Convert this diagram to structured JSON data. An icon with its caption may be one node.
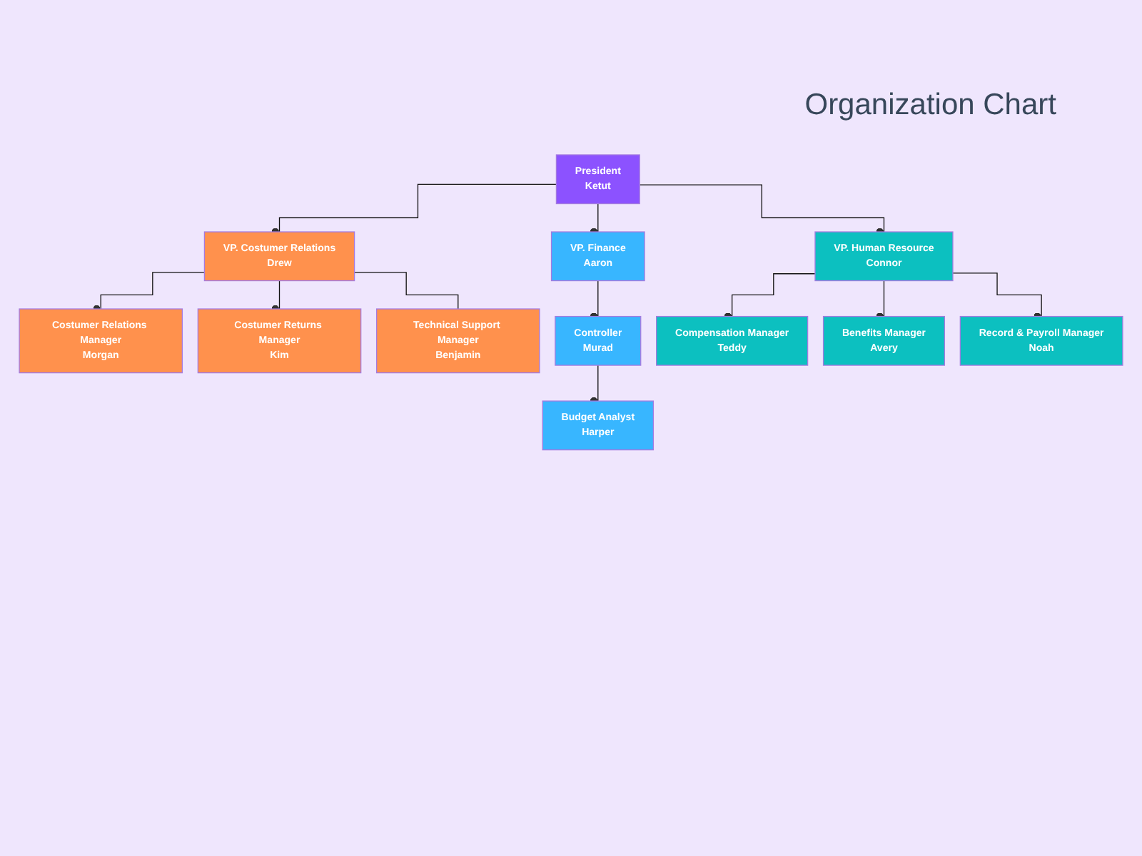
{
  "diagram": {
    "title": "Organization Chart",
    "nodes": [
      {
        "text": [
          "President",
          "Ketut"
        ]
      },
      {
        "text": [
          "VP. Costumer Relations",
          "Drew"
        ]
      },
      {
        "text": [
          "VP. Finance",
          "Aaron"
        ]
      },
      {
        "text": [
          "VP. Human Resource",
          "Connor"
        ]
      },
      {
        "text": [
          "Costumer Relations Manager",
          "Morgan"
        ]
      },
      {
        "text": [
          "Costumer Returns Manager",
          "Kim"
        ]
      },
      {
        "text": [
          "Compensation Manager",
          "Teddy"
        ]
      },
      {
        "text": [
          "Benefits Manager",
          "Avery"
        ]
      },
      {
        "text": [
          "Technical Support Manager",
          "Benjamin"
        ]
      },
      {
        "text": [
          "Controller",
          "Murad"
        ]
      },
      {
        "text": [
          "Record & Payroll Manager",
          "Noah"
        ]
      },
      {
        "text": [
          "Budget Analyst",
          "Harper"
        ]
      }
    ],
    "edges": [
      {
        "from": 0,
        "to": 1,
        "arrow": "other"
      },
      {
        "from": 0,
        "to": 2,
        "arrow": "other"
      },
      {
        "from": 0,
        "to": 3,
        "arrow": "other"
      },
      {
        "from": 1,
        "to": 4,
        "arrow": "other"
      },
      {
        "from": 1,
        "to": 5,
        "arrow": "other"
      },
      {
        "from": 1,
        "to": 8,
        "arrow": "none"
      },
      {
        "from": 3,
        "to": 6,
        "arrow": "other"
      },
      {
        "from": 3,
        "to": 7,
        "arrow": "other"
      },
      {
        "from": 3,
        "to": 10,
        "arrow": "other"
      },
      {
        "from": 2,
        "to": 9,
        "arrow": "other"
      },
      {
        "from": 9,
        "to": 11,
        "arrow": "other"
      }
    ]
  }
}
